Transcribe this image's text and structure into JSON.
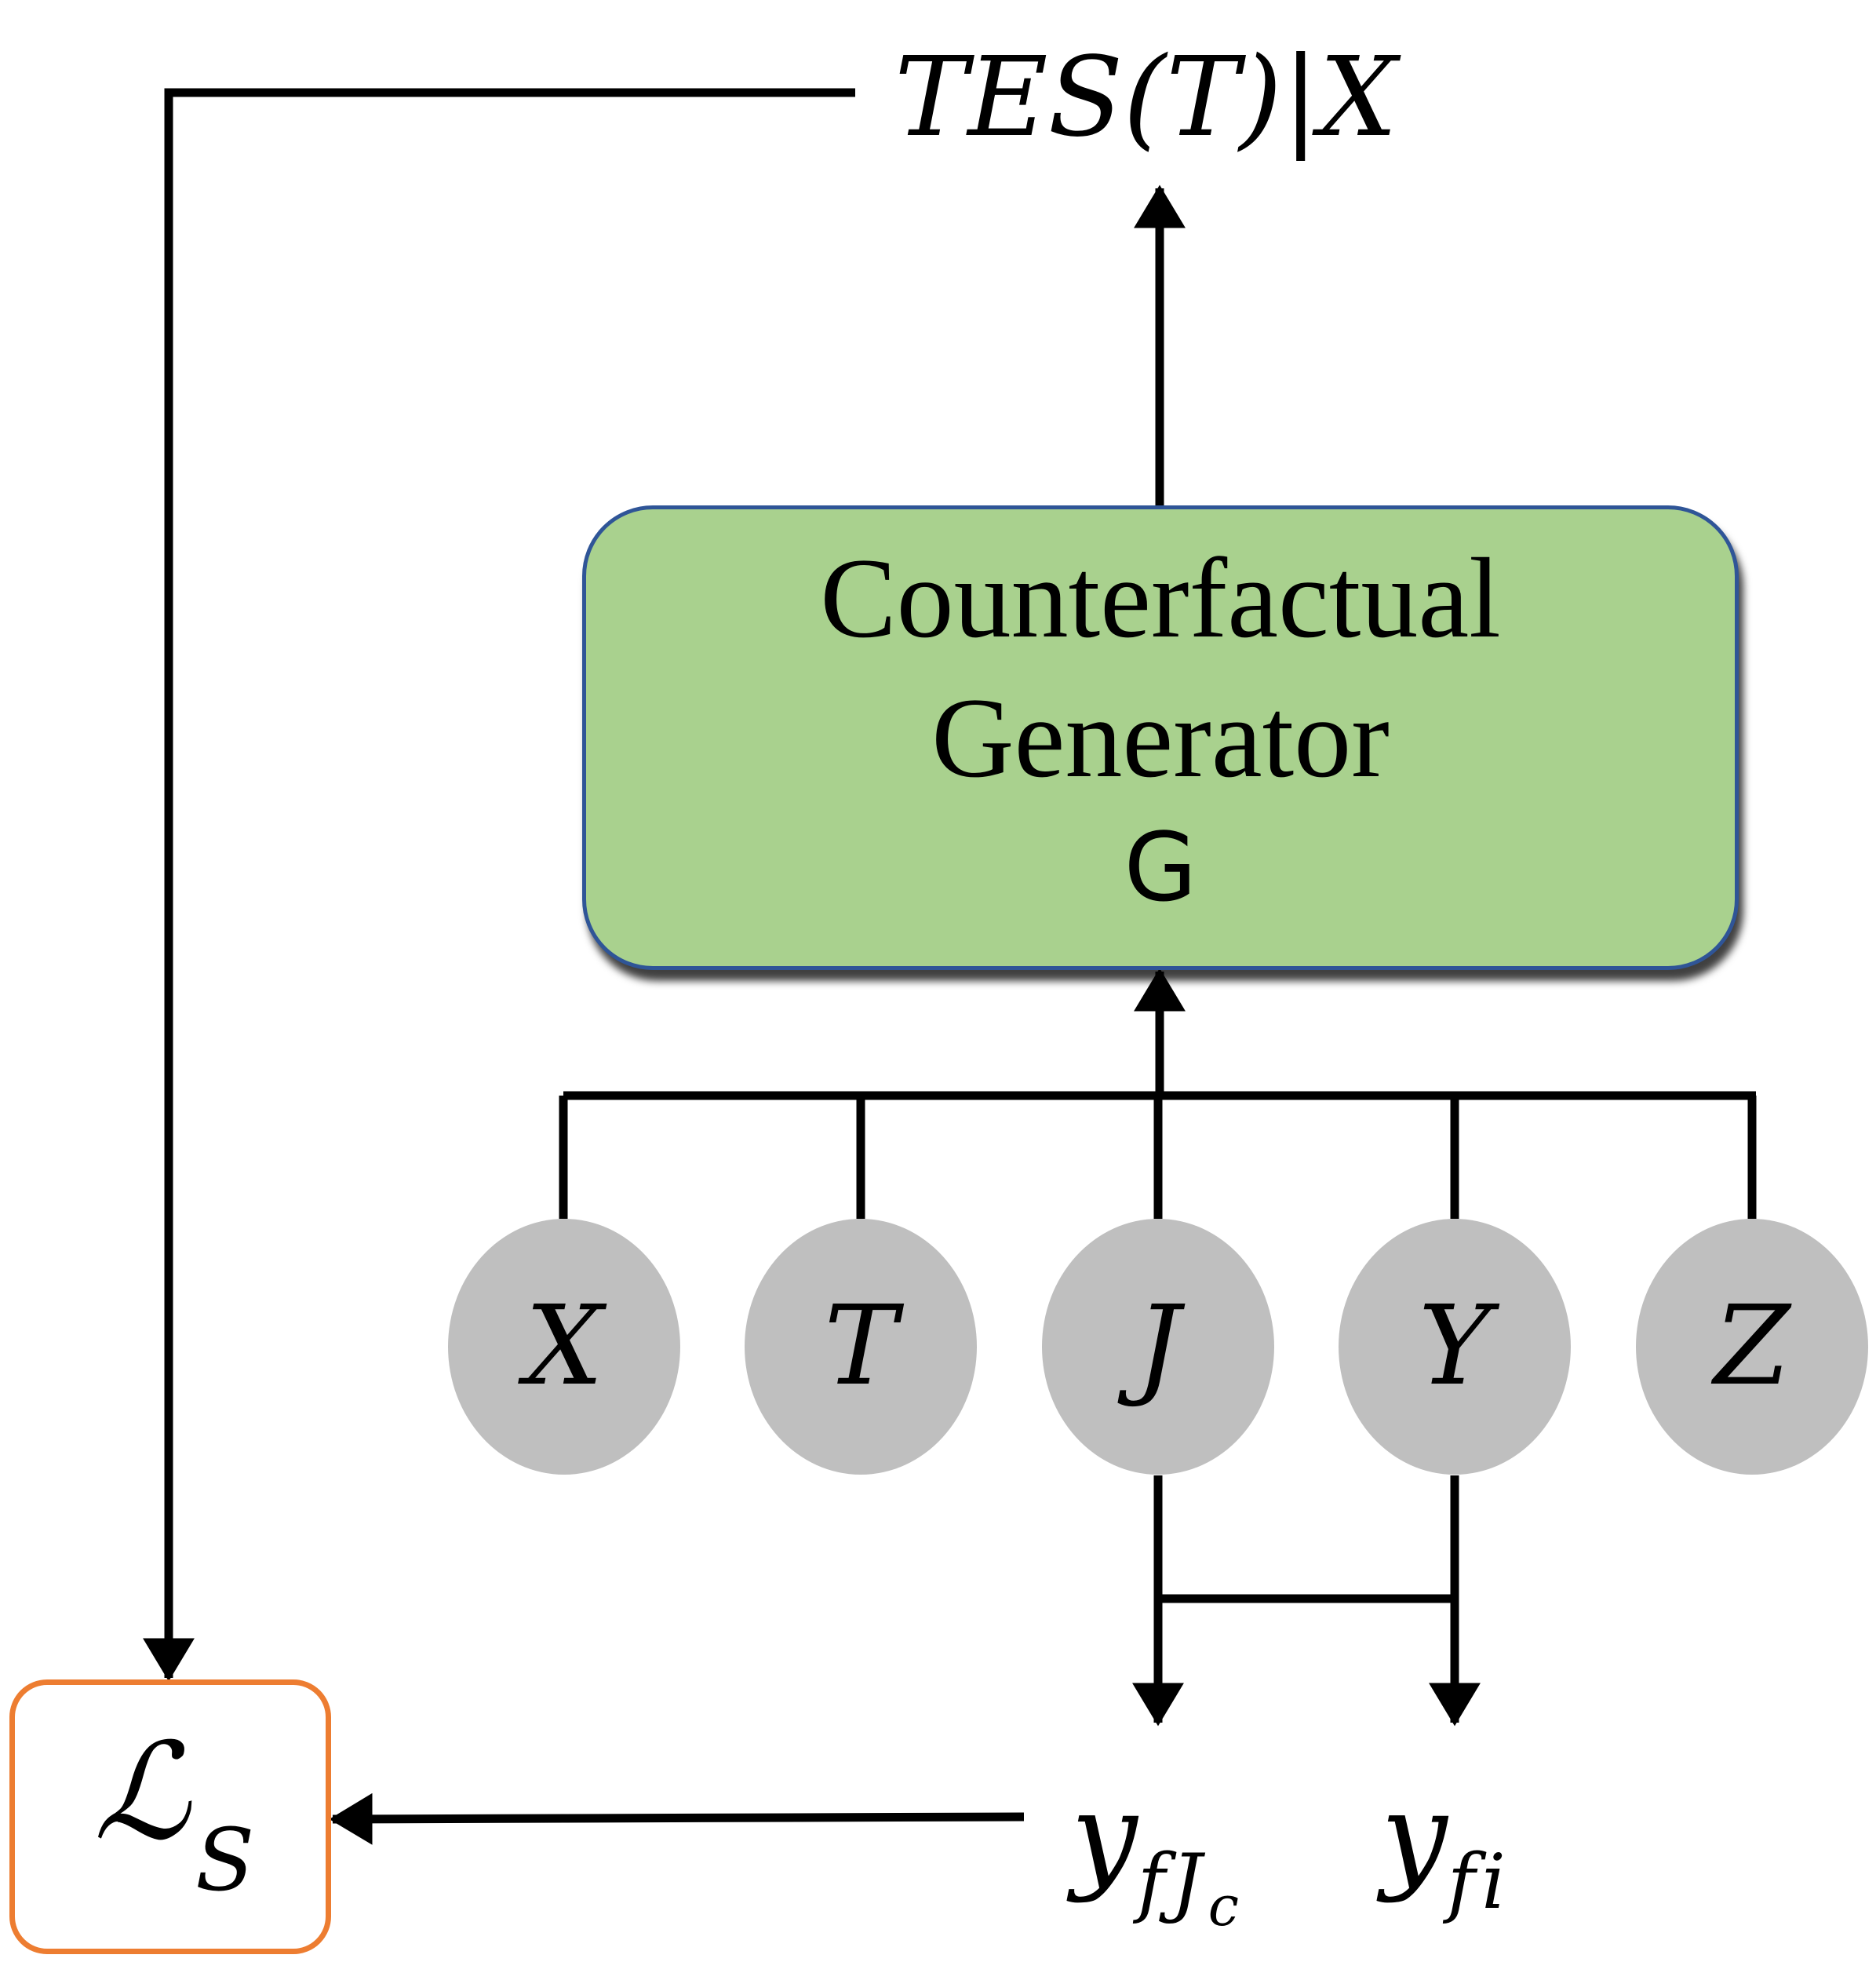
{
  "diagram": {
    "output_label": "TES(T)|X",
    "generator": {
      "line1": "Counterfactual",
      "line2": "Generator",
      "line3": "G"
    },
    "nodes": [
      {
        "id": "x",
        "label": "X"
      },
      {
        "id": "t",
        "label": "T"
      },
      {
        "id": "j",
        "label": "J"
      },
      {
        "id": "y",
        "label": "Y"
      },
      {
        "id": "z",
        "label": "Z"
      }
    ],
    "outputs": {
      "y_fjc": {
        "base": "y",
        "sub": "fJ",
        "subsub": "c"
      },
      "y_fi": {
        "base": "y",
        "sub": "fi"
      }
    },
    "loss": {
      "script": "ℒ",
      "sub": "S"
    },
    "colors": {
      "generator_fill": "#a9d18e",
      "generator_border": "#2f5597",
      "node_fill": "#bfbfbf",
      "loss_border": "#ed7d31",
      "line": "#000000"
    }
  }
}
